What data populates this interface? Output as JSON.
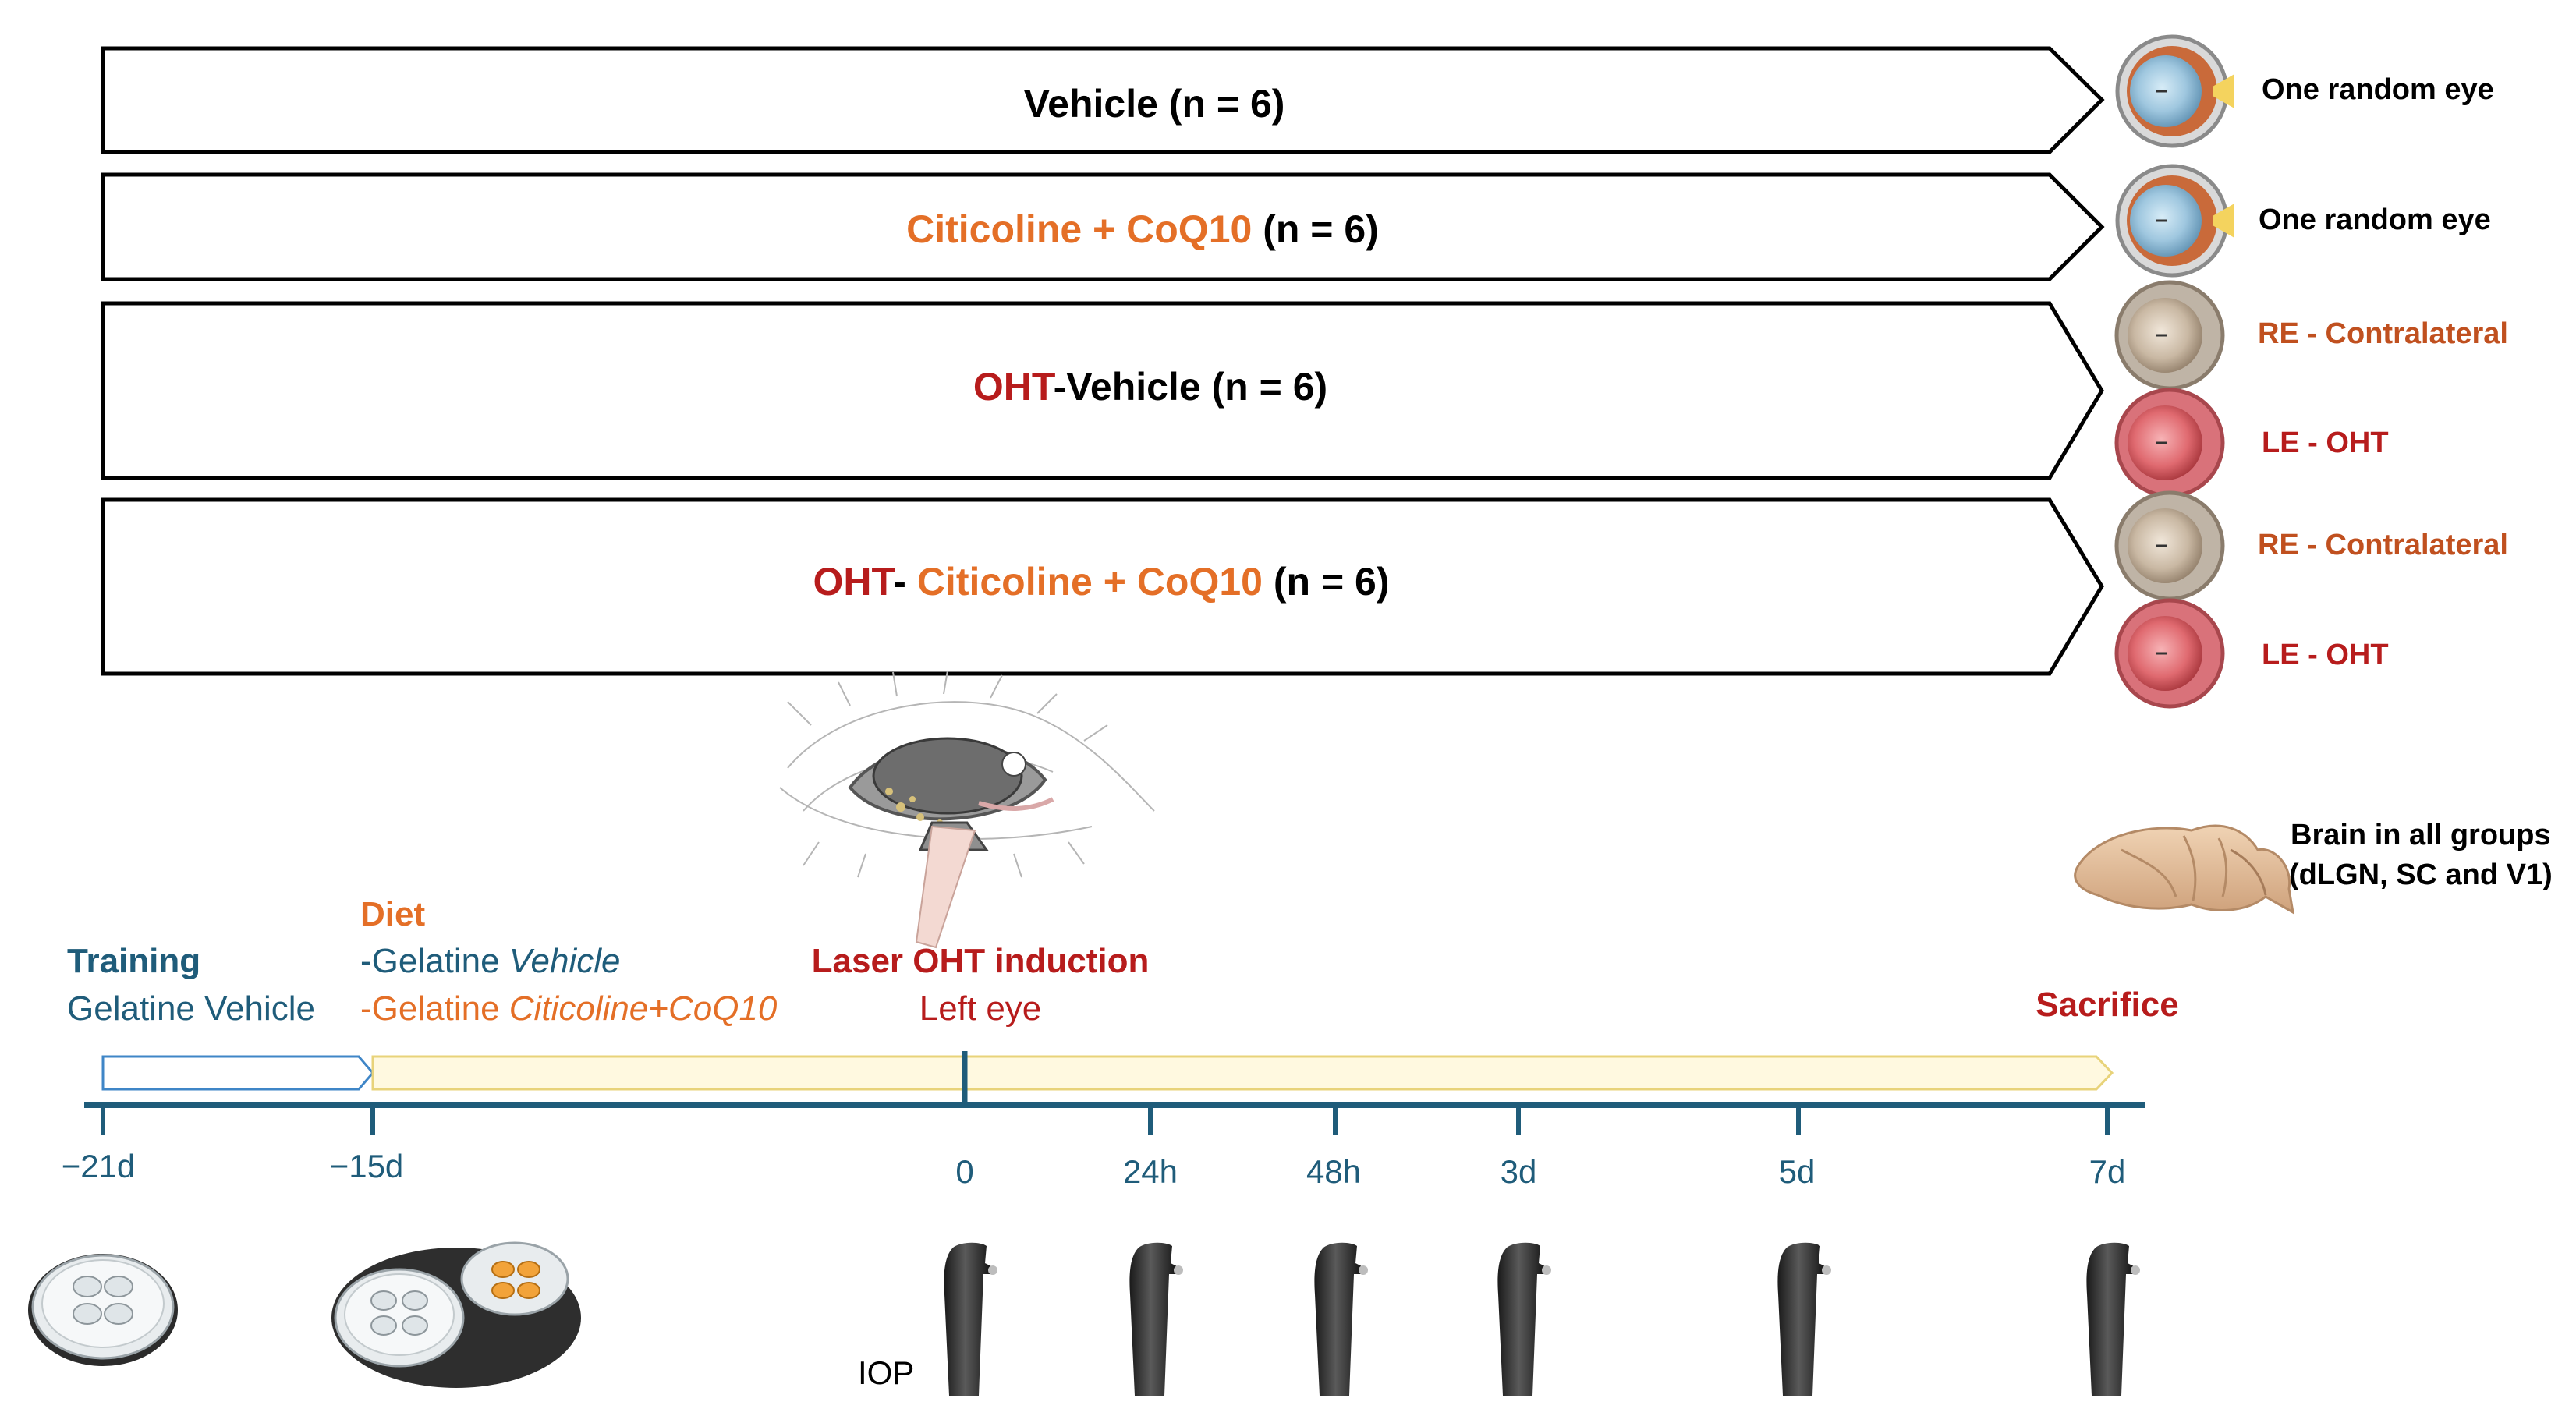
{
  "colors": {
    "black": "#000000",
    "orange": "#E46F27",
    "red": "#B71C1C",
    "dark_orange": "#C0501F",
    "teal": "#1F5C7A",
    "pale_yellow": "#FFF9E0",
    "yellow_border": "#E8D37A",
    "blue_border": "#3F86C7"
  },
  "groups": [
    {
      "parts": [
        {
          "text": "Vehicle (n = 6)",
          "color": "black"
        }
      ],
      "eyes": [
        {
          "label": "One random eye",
          "color": "black",
          "icon": "normal-eye-icon"
        }
      ]
    },
    {
      "parts": [
        {
          "text": "Citicoline + CoQ10",
          "color": "orange"
        },
        {
          "text": " (n = 6)",
          "color": "black"
        }
      ],
      "eyes": [
        {
          "label": "One random eye",
          "color": "black",
          "icon": "normal-eye-icon"
        }
      ]
    },
    {
      "parts": [
        {
          "text": "OHT",
          "color": "red"
        },
        {
          "text": "-Vehicle (n = 6)",
          "color": "black"
        }
      ],
      "eyes": [
        {
          "label": "RE - Contralateral",
          "color": "dark_orange",
          "icon": "contralateral-eye-icon"
        },
        {
          "label": "LE -  OHT",
          "color": "red",
          "icon": "oht-eye-icon"
        }
      ]
    },
    {
      "parts": [
        {
          "text": "OHT",
          "color": "red"
        },
        {
          "text": "- ",
          "color": "black"
        },
        {
          "text": "Citicoline + CoQ10",
          "color": "orange"
        },
        {
          "text": " (n = 6)",
          "color": "black"
        }
      ],
      "eyes": [
        {
          "label": "RE - Contralateral",
          "color": "dark_orange",
          "icon": "contralateral-eye-icon"
        },
        {
          "label": "LE -  OHT",
          "color": "red",
          "icon": "oht-eye-icon"
        }
      ]
    }
  ],
  "brain": {
    "line1": "Brain in all groups",
    "line2": "(dLGN, SC and V1)"
  },
  "training": {
    "title": "Training",
    "subtitle": "Gelatine Vehicle"
  },
  "diet": {
    "title": "Diet",
    "line1_prefix": "-Gelatine ",
    "line1_italic": "Vehicle",
    "line2_prefix": "-Gelatine ",
    "line2_italic": "Citicoline+CoQ10"
  },
  "laser": {
    "title": "Laser OHT induction",
    "subtitle": "Left eye"
  },
  "sacrifice": "Sacrifice",
  "timepoints": [
    "−21d",
    "−15d",
    "0",
    "24h",
    "48h",
    "3d",
    "5d",
    "7d"
  ],
  "iop_label": "IOP"
}
